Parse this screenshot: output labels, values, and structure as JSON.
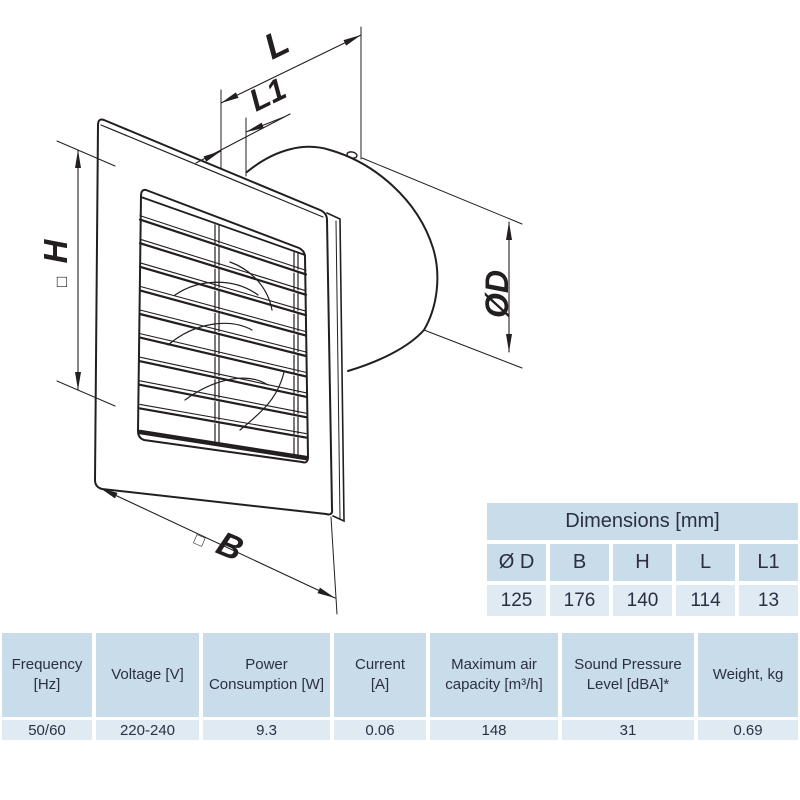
{
  "drawing": {
    "labels": {
      "L": "L",
      "L1": "L1",
      "H": "H",
      "B": "B",
      "OD": "ØD",
      "square": "□"
    },
    "line_color": "#231f20"
  },
  "dimensions_table": {
    "title": "Dimensions [mm]",
    "columns": [
      "Ø D",
      "B",
      "H",
      "L",
      "L1"
    ],
    "values": [
      "125",
      "176",
      "140",
      "114",
      "13"
    ],
    "header_bg": "#c9dcea",
    "value_bg": "#dfeaf3"
  },
  "specs_table": {
    "headers": [
      "Frequency\n[Hz]",
      "Voltage [V]",
      "Power\nConsumption [W]",
      "Current\n[A]",
      "Maximum air\ncapacity [m³/h]",
      "Sound Pressure\nLevel [dBA]*",
      "Weight, kg"
    ],
    "values": [
      "50/60",
      "220-240",
      "9.3",
      "0.06",
      "148",
      "31",
      "0.69"
    ]
  }
}
